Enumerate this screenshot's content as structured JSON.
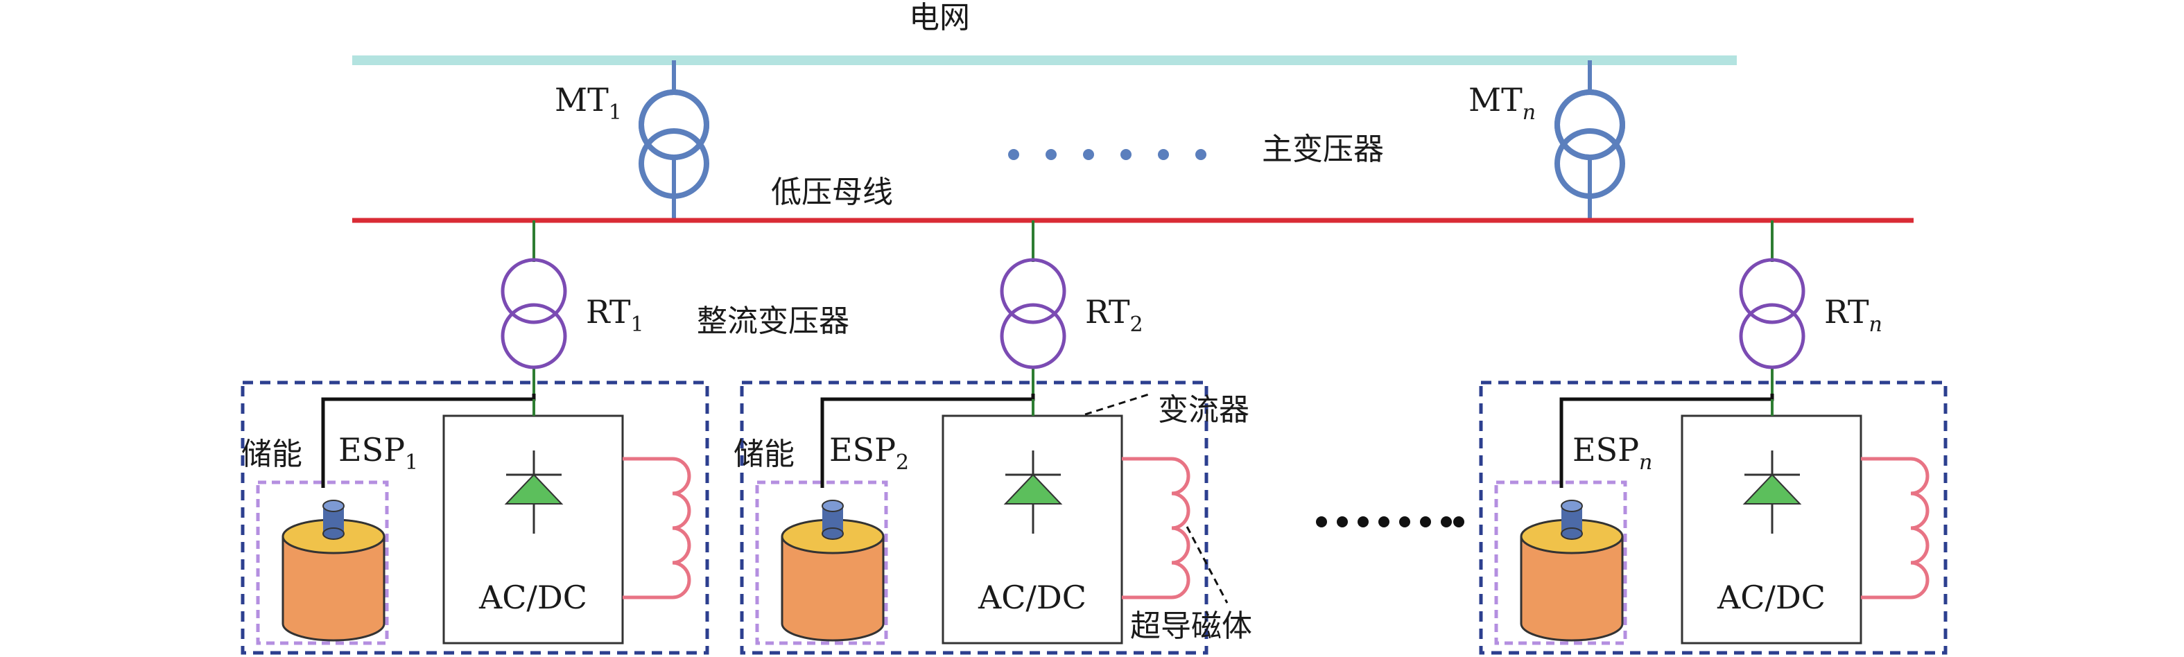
{
  "grid_label": "电网",
  "lv_bus_label": "低压母线",
  "main_transformer_label": "主变压器",
  "rectifier_transformer_label": "整流变压器",
  "converter_label": "变流器",
  "magnet_label": "超导磁体",
  "storage_label": "储能",
  "main_transformers": [
    {
      "base": "MT",
      "sub": "1"
    },
    {
      "base": "MT",
      "sub": "n"
    }
  ],
  "modules": [
    {
      "rt_base": "RT",
      "rt_sub": "1",
      "esp_base": "ESP",
      "esp_sub": "1",
      "storage": "储能",
      "converter": "AC/DC"
    },
    {
      "rt_base": "RT",
      "rt_sub": "2",
      "esp_base": "ESP",
      "esp_sub": "2",
      "storage": "储能",
      "converter": "AC/DC"
    },
    {
      "rt_base": "RT",
      "rt_sub": "n",
      "esp_base": "ESP",
      "esp_sub": "n",
      "storage": "",
      "converter": "AC/DC"
    }
  ],
  "colors": {
    "grid_bus": "#b3e3e0",
    "lv_bus": "#d92b35",
    "main_transformer": "#5b7fbd",
    "rect_transformer": "#7b4bb3",
    "feeder": "#2e7d32",
    "module_border": "#2c3f8f",
    "storage_border": "#b48fe0",
    "battery_body": "#ee9a5e",
    "battery_top": "#f0c24a",
    "battery_terminal": "#4c6aa8",
    "diode": "#5cbf5c",
    "magnet": "#e87384",
    "dots_blue": "#5b7fbd",
    "dots_black": "#111111"
  }
}
